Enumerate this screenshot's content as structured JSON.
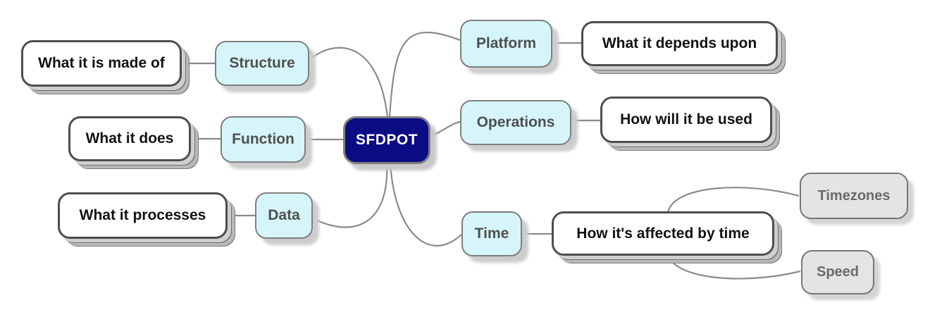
{
  "diagram": {
    "type": "mindmap",
    "center": {
      "label": "SFDPOT"
    },
    "branches": [
      {
        "label": "Structure",
        "note": "What it is made of"
      },
      {
        "label": "Function",
        "note": "What it does"
      },
      {
        "label": "Data",
        "note": "What it processes"
      },
      {
        "label": "Platform",
        "note": "What it depends upon"
      },
      {
        "label": "Operations",
        "note": "How will it be used"
      },
      {
        "label": "Time",
        "note": "How it's affected by time",
        "children": [
          "Timezones",
          "Speed"
        ]
      }
    ],
    "colors": {
      "center_fill": "#0b0b84",
      "center_text": "#ffffff",
      "branch_fill": "#d6f5fa",
      "branch_text": "#4f4f4f",
      "note_fill": "#ffffff",
      "note_text": "#121212",
      "leaf_fill": "#e4e4e4",
      "leaf_text": "#6a6a6a",
      "connector": "#8a8a8a"
    }
  }
}
